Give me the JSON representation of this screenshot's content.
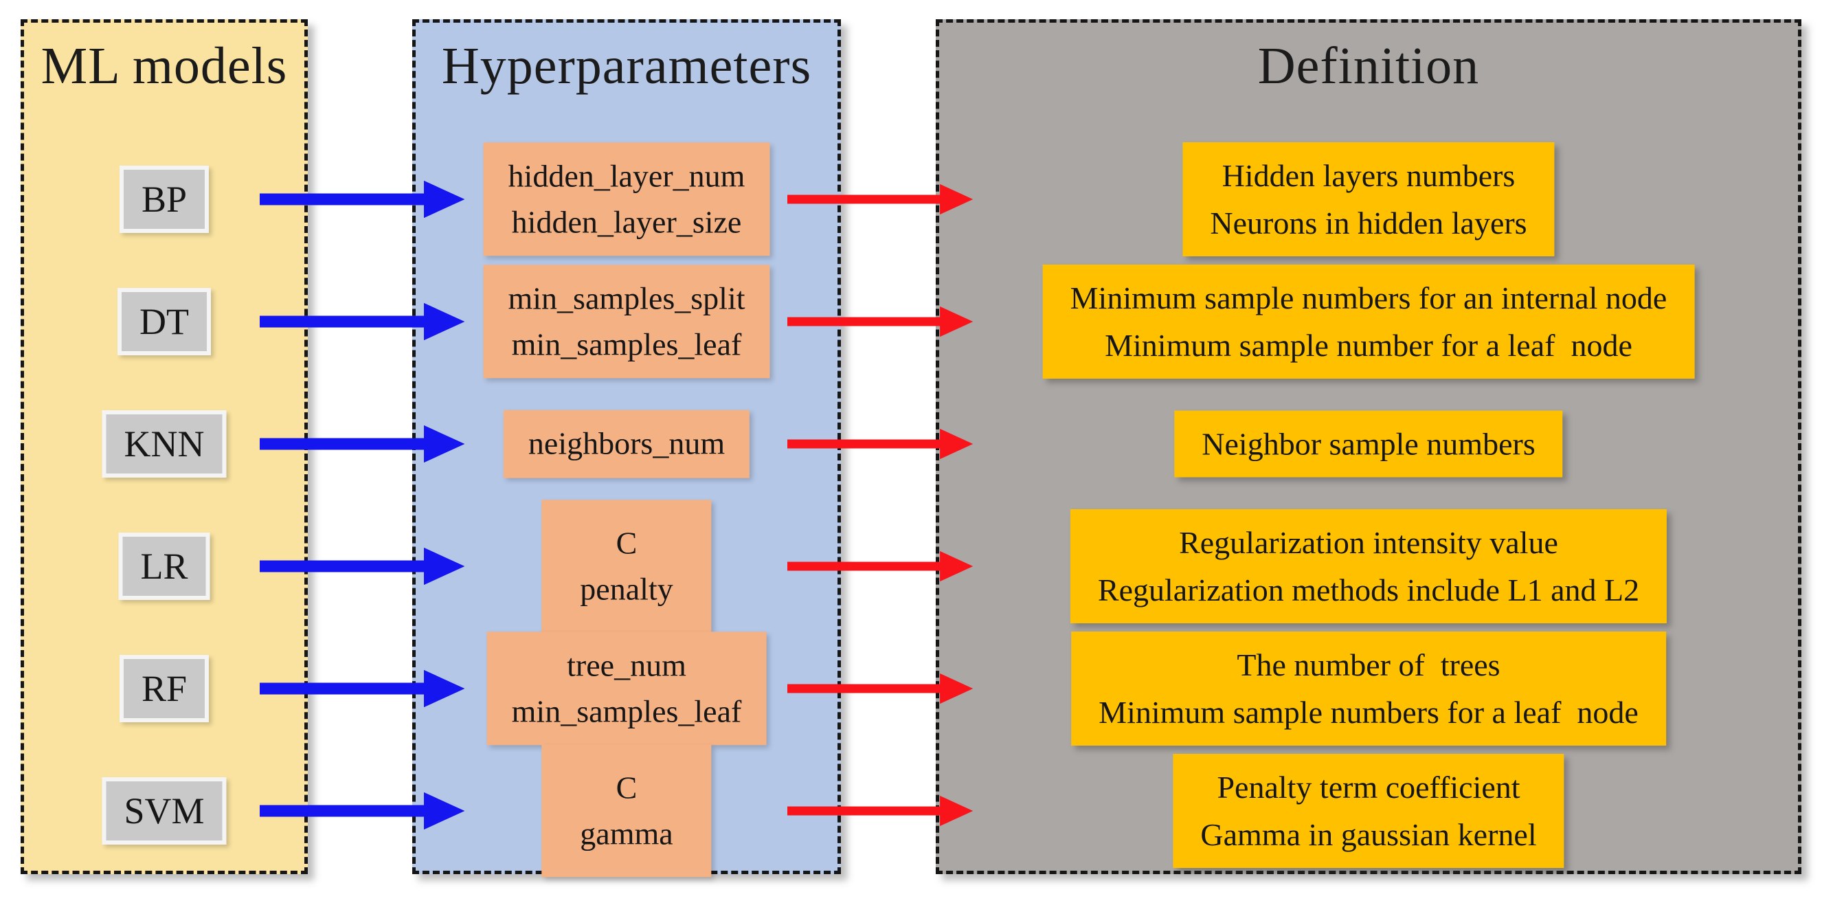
{
  "columns": [
    {
      "title": "ML models"
    },
    {
      "title": "Hyperparameters"
    },
    {
      "title": "Definition"
    }
  ],
  "rows": [
    {
      "model": "BP",
      "hyperparameters": [
        "hidden_layer_num",
        "hidden_layer_size"
      ],
      "definitions": [
        "Hidden layers numbers",
        "Neurons in hidden layers"
      ]
    },
    {
      "model": "DT",
      "hyperparameters": [
        "min_samples_split",
        "min_samples_leaf"
      ],
      "definitions": [
        "Minimum sample numbers for an internal node",
        "Minimum sample number for a leaf  node"
      ]
    },
    {
      "model": "KNN",
      "hyperparameters": [
        "neighbors_num"
      ],
      "definitions": [
        "Neighbor sample numbers"
      ]
    },
    {
      "model": "LR",
      "hyperparameters": [
        "C",
        "penalty"
      ],
      "definitions": [
        "Regularization intensity value",
        "Regularization methods include L1 and L2"
      ]
    },
    {
      "model": "RF",
      "hyperparameters": [
        "tree_num",
        "min_samples_leaf"
      ],
      "definitions": [
        "The number of  trees",
        "Minimum sample numbers for a leaf  node"
      ]
    },
    {
      "model": "SVM",
      "hyperparameters": [
        "C",
        "gamma"
      ],
      "definitions": [
        "Penalty term coefficient",
        "Gamma in gaussian kernel"
      ]
    }
  ],
  "colors": {
    "panel_ml_models": "#FAE3A0",
    "panel_hyperparameters": "#B4C7E7",
    "panel_definition": "#ABA7A4",
    "model_chip": "#C9C9C9",
    "hyperparameter_box": "#F4B183",
    "definition_box": "#FFC000",
    "arrow_model_to_hyperparameter": "#1515EF",
    "arrow_hyperparameter_to_definition": "#F9141C"
  }
}
